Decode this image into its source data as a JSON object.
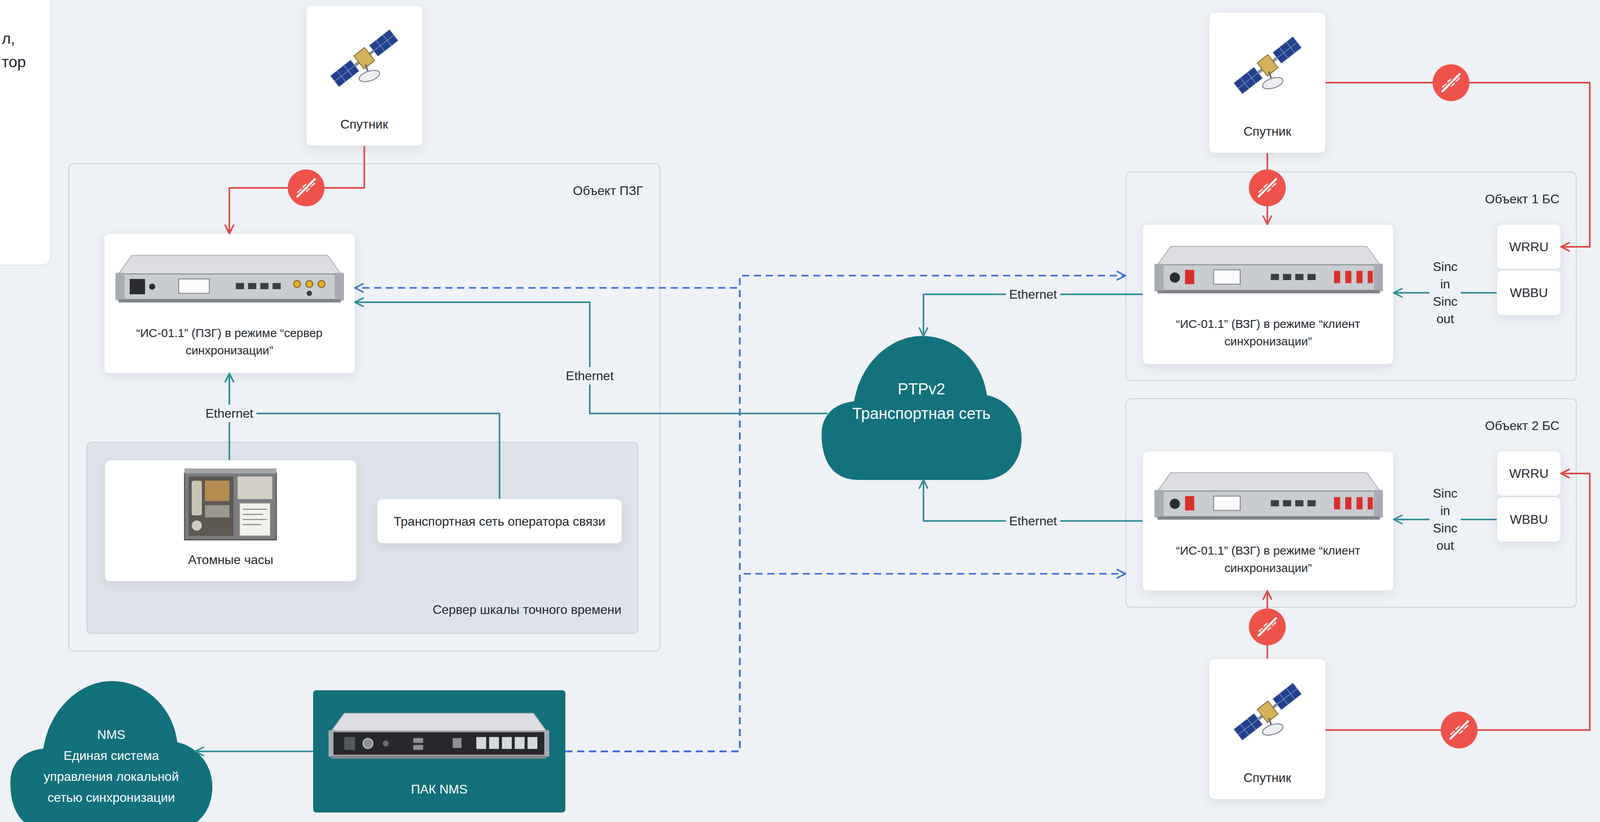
{
  "diagram": {
    "nodes": [
      {
        "text": [
          "л, тор"
        ]
      },
      {
        "text": [
          "Спутник"
        ]
      },
      {
        "text": [
          "Объект ПЗГ"
        ]
      },
      {
        "text": [
          "“ИС-01.1” (ПЗГ) в режиме “сервер синхронизации”"
        ],
        "in": 2
      },
      {
        "text": [
          "Сервер шкалы точного времени"
        ],
        "in": 2
      },
      {
        "text": [
          "Атомные часы"
        ],
        "in": 4
      },
      {
        "text": [
          "Транспортная сеть оператора связи"
        ],
        "in": 4
      },
      {
        "text": [
          "Спутник"
        ]
      },
      {
        "text": [
          "Объект 1 БС"
        ]
      },
      {
        "text": [
          "“ИС-01.1” (ВЗГ) в режиме “клиент синхронизации”"
        ],
        "in": 8
      },
      {
        "text": [
          "WRRU"
        ],
        "in": 8
      },
      {
        "text": [
          "WBBU"
        ],
        "in": 8
      },
      {
        "text": [
          "PTPv2",
          "Транспортная сеть"
        ]
      },
      {
        "text": [
          "Объект 2 БС"
        ]
      },
      {
        "text": [
          "“ИС-01.1” (ВЗГ) в режиме “клиент синхронизации”"
        ],
        "in": 13
      },
      {
        "text": [
          "WRRU"
        ],
        "in": 13
      },
      {
        "text": [
          "WBBU"
        ],
        "in": 13
      },
      {
        "text": [
          "NMS",
          "Единая система управления локальной сетью синхронизации"
        ]
      },
      {
        "text": [
          "ПАК NMS"
        ]
      },
      {
        "text": [
          "Спутник"
        ]
      }
    ],
    "edges": [
      {
        "from": 1,
        "to": 3,
        "arrow": "to"
      },
      {
        "from": 5,
        "to": 3,
        "label": "Ethernet",
        "arrow": "to"
      },
      {
        "from": 6,
        "to": 3,
        "arrow": "to"
      },
      {
        "from": 12,
        "to": 3,
        "label": "Ethernet",
        "arrow": "to"
      },
      {
        "from": 9,
        "to": 12,
        "label": "Ethernet",
        "arrow": "to"
      },
      {
        "from": 14,
        "to": 12,
        "label": "Ethernet",
        "arrow": "to"
      },
      {
        "from": 7,
        "to": 9,
        "arrow": "to"
      },
      {
        "from": 7,
        "to": 10,
        "arrow": "to"
      },
      {
        "from": 11,
        "to": 9,
        "label": "Sinc in Sinc out",
        "arrow": "to"
      },
      {
        "from": 16,
        "to": 14,
        "label": "Sinc in Sinc out",
        "arrow": "to"
      },
      {
        "from": 19,
        "to": 14,
        "arrow": "to"
      },
      {
        "from": 19,
        "to": 15,
        "arrow": "to"
      },
      {
        "from": 18,
        "to": 17,
        "arrow": "to"
      },
      {
        "from": 18,
        "to": 3,
        "arrow": "to"
      },
      {
        "from": 18,
        "to": 8,
        "arrow": "to"
      },
      {
        "from": 18,
        "to": 13,
        "arrow": "to"
      }
    ]
  }
}
